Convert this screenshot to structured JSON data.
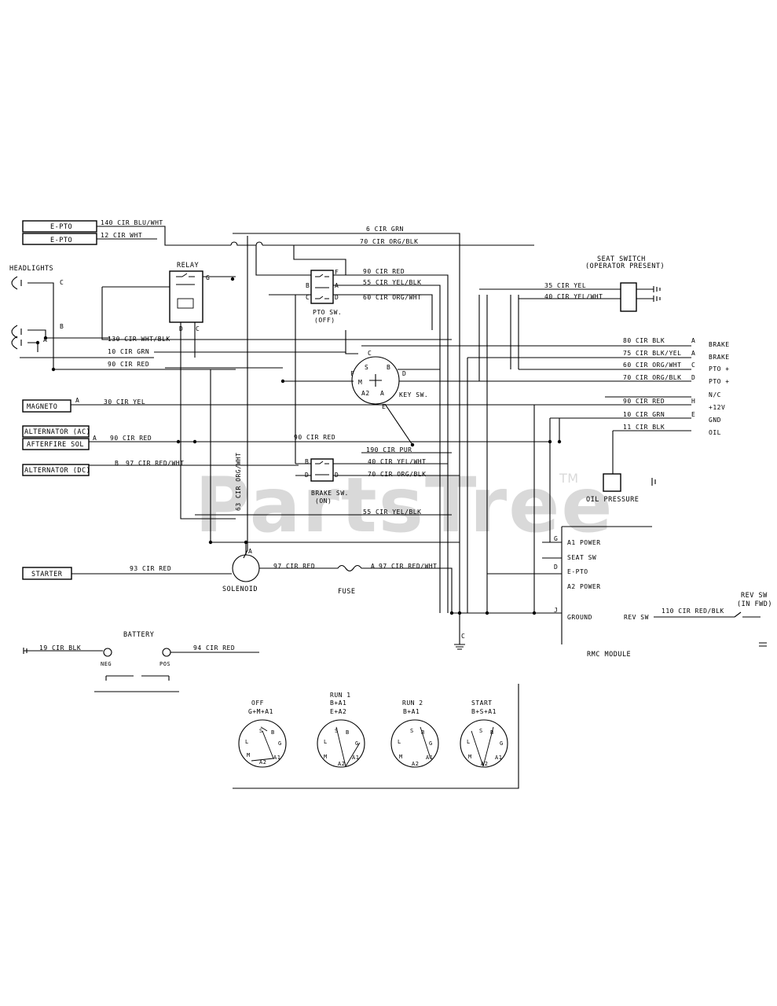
{
  "watermark": {
    "text": "PartsTree",
    "tm": "TM"
  },
  "components": {
    "eptc_a": "E-PTO",
    "eptc_b": "E-PTO",
    "headlights": "HEADLIGHTS",
    "relay": "RELAY",
    "magneto": "MAGNETO",
    "alt_ac": "ALTERNATOR (AC)",
    "afterfire": "AFTERFIRE SOL",
    "alt_dc": "ALTERNATOR (DC)",
    "starter": "STARTER",
    "solenoid": "SOLENOID",
    "fuse": "FUSE",
    "battery": "BATTERY",
    "pto_sw": "PTO SW.",
    "pto_sw_state": "(OFF)",
    "brake_sw": "BRAKE SW.",
    "brake_sw_state": "(ON)",
    "key_sw": "KEY SW.",
    "seat_switch": "SEAT SWITCH",
    "seat_switch_state": "(OPERATOR PRESENT)",
    "oil_pressure": "OIL PRESSURE",
    "rmc_module": "RMC MODULE",
    "rev_sw": "REV SW",
    "rev_sw_state": "(IN FWD)"
  },
  "wires": {
    "w140": "140 CIR BLU/WHT",
    "w12": "12 CIR WHT",
    "w6": "6 CIR GRN",
    "w70top": "70 CIR ORG/BLK",
    "w90top": "90 CIR RED",
    "w55": "55 CIR YEL/BLK",
    "w60": "60 CIR ORG/WHT",
    "w35": "35 CIR YEL",
    "w40seat": "40 CIR YEL/WHT",
    "w130": "130 CIR WHT/BLK",
    "w10": "10 CIR GRN",
    "w90left": "90 CIR RED",
    "w30": "30 CIR YEL",
    "w90alt": "90 CIR RED",
    "w97alt": "97 CIR RED/WHT",
    "w63": "63 CIR ORG/WHT",
    "w90mid": "90 CIR RED",
    "w190": "190 CIR PUR",
    "w40mid": "40 CIR YEL/WHT",
    "w70mid": "70 CIR ORG/BLK",
    "w55low": "55 CIR YEL/BLK",
    "w93": "93 CIR RED",
    "w97sol": "97 CIR RED",
    "w97fuse": "97 CIR RED/WHT",
    "w19": "19 CIR BLK",
    "w94": "94 CIR RED",
    "w110": "110 CIR RED/BLK",
    "r80": "80 CIR BLK",
    "r75": "75 CIR BLK/YEL",
    "r60": "60 CIR ORG/WHT",
    "r70": "70 CIR ORG/BLK",
    "r90": "90 CIR RED",
    "r10": "10 CIR GRN",
    "r11": "11 CIR BLK"
  },
  "harness_pins": {
    "labels": [
      "BRAKE",
      "BRAKE",
      "PTO +",
      "PTO +",
      "N/C",
      "+12V",
      "GND",
      "OIL"
    ],
    "letters": [
      "A",
      "A",
      "C",
      "D",
      "H",
      "E",
      "",
      ""
    ]
  },
  "module_pins": {
    "labels": [
      "A1 POWER",
      "SEAT SW",
      "E-PTO",
      "A2 POWER",
      "GROUND"
    ],
    "letters": [
      "G",
      "",
      "D",
      "",
      "J"
    ],
    "rev_label": "REV SW"
  },
  "terminals": {
    "relay": {
      "g": "G",
      "d": "D",
      "c": "C"
    },
    "headlights": {
      "c": "C",
      "b": "B",
      "a": "A"
    },
    "pto": {
      "f": "F",
      "a": "A",
      "b": "B",
      "c": "C",
      "d": "D"
    },
    "brake": {
      "b": "B",
      "d": "D",
      "d2": "D"
    },
    "key": {
      "c": "C",
      "s": "S",
      "b": "B",
      "f": "F",
      "m": "M",
      "a": "A",
      "a2": "A2",
      "e": "E",
      "d": "D"
    },
    "magneto": "A",
    "alt_ac": "A",
    "alt_dc": "B",
    "solenoid": "A",
    "fuse": "A",
    "chassis": "C"
  },
  "battery_terms": {
    "neg": "NEG",
    "pos": "POS"
  },
  "key_positions": [
    {
      "name": "OFF",
      "conn": "G+M+A1"
    },
    {
      "name": "RUN 1",
      "conn": "B+A1",
      "conn2": "E+A2"
    },
    {
      "name": "RUN 2",
      "conn": "B+A1"
    },
    {
      "name": "START",
      "conn": "B+S+A1"
    }
  ],
  "key_letters": {
    "s": "S",
    "b": "B",
    "l": "L",
    "g": "G",
    "m": "M",
    "a1": "A1",
    "a2": "A2"
  }
}
